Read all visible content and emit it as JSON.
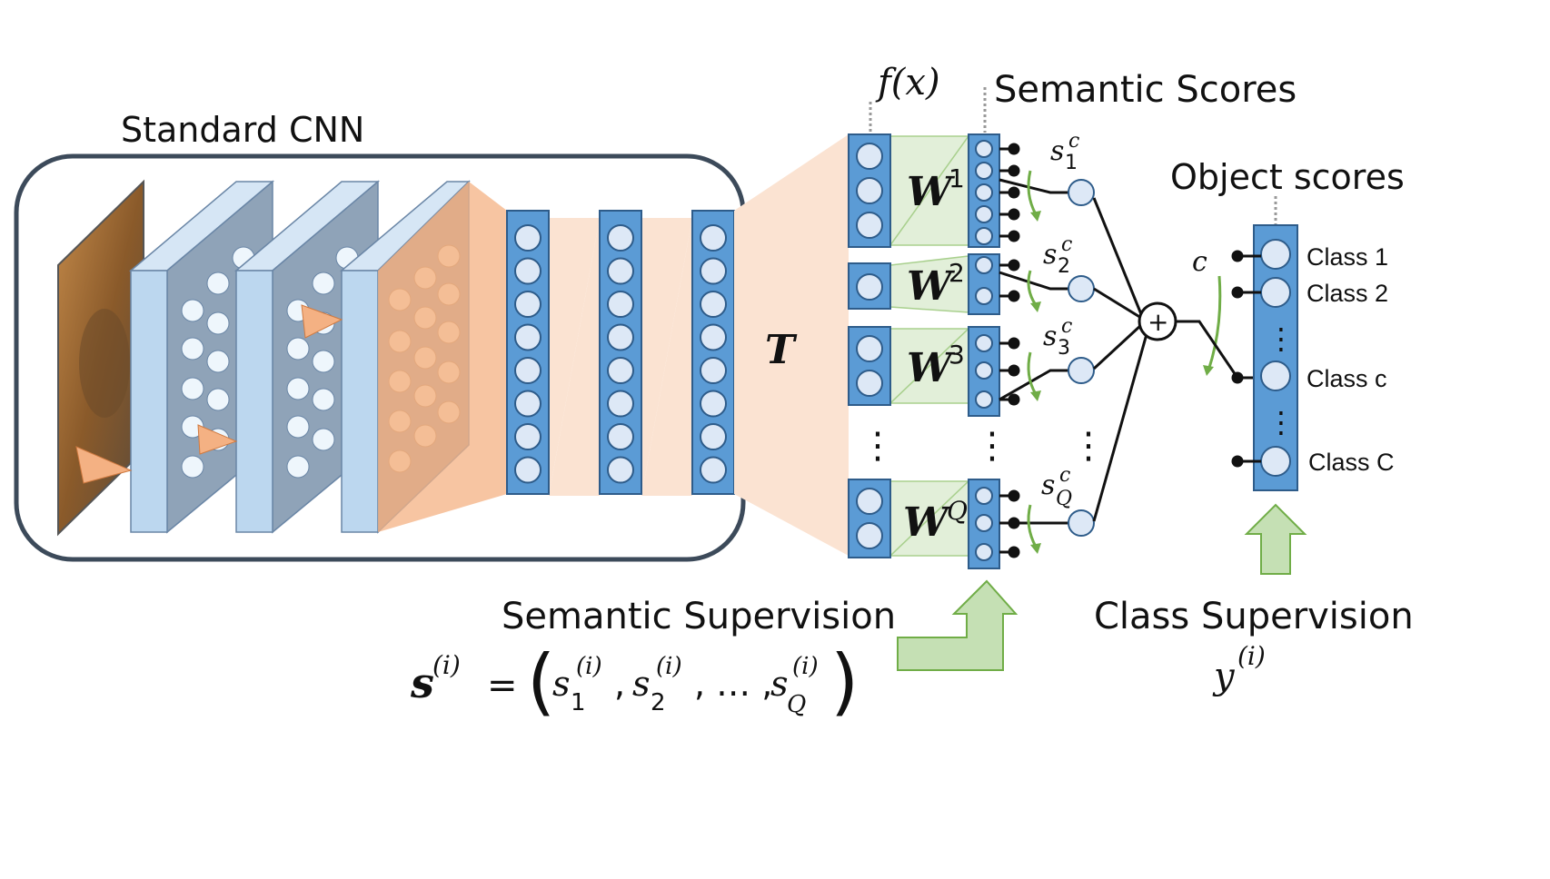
{
  "labels": {
    "standard_cnn": "Standard CNN",
    "fx": "f(x)",
    "semantic_scores": "Semantic Scores",
    "object_scores": "Object scores",
    "T": "T",
    "W1": "W",
    "W1_sup": "1",
    "W2": "W",
    "W2_sup": "2",
    "W3": "W",
    "W3_sup": "3",
    "WQ": "W",
    "WQ_sup": "Q",
    "s_label": "s",
    "s1_sub": "1",
    "s2_sub": "2",
    "s3_sub": "3",
    "sQ_sub": "Q",
    "s_sup": "c",
    "c_label": "c",
    "plus": "+",
    "vdots": "⋮",
    "semantic_supervision": "Semantic Supervision",
    "class_supervision": "Class Supervision",
    "formula_lhs": "s",
    "formula_sup_i": "(i)",
    "formula_eq": "=",
    "formula_body": "(s₁",
    "y_label": "y",
    "y_sup": "(i)"
  },
  "classes": [
    "Class 1",
    "Class 2",
    "Class c",
    "Class C"
  ],
  "formula": {
    "lhs": "s",
    "lhs_sup": "(i)",
    "eq": "=",
    "open": "(",
    "t1": "s",
    "t1_sub": "1",
    "t1_sup": "(i)",
    "comma1": ",",
    "t2": "s",
    "t2_sub": "2",
    "t2_sup": "(i)",
    "comma2": ", … ,",
    "t3": "s",
    "t3_sub": "Q",
    "t3_sup": "(i)",
    "close": ")"
  },
  "colors": {
    "blue_fill": "#5b9bd5",
    "blue_stroke": "#2e5c8a",
    "node_fill": "#dde8f6",
    "slab_front": "#bcd7ef",
    "slab_side": "#8aa3be",
    "orange": "#f4b183",
    "orange_light": "#fbe3d2",
    "green": "#a9d08e",
    "green_light": "#e2efd9",
    "green_arrow": "#70ad47"
  }
}
